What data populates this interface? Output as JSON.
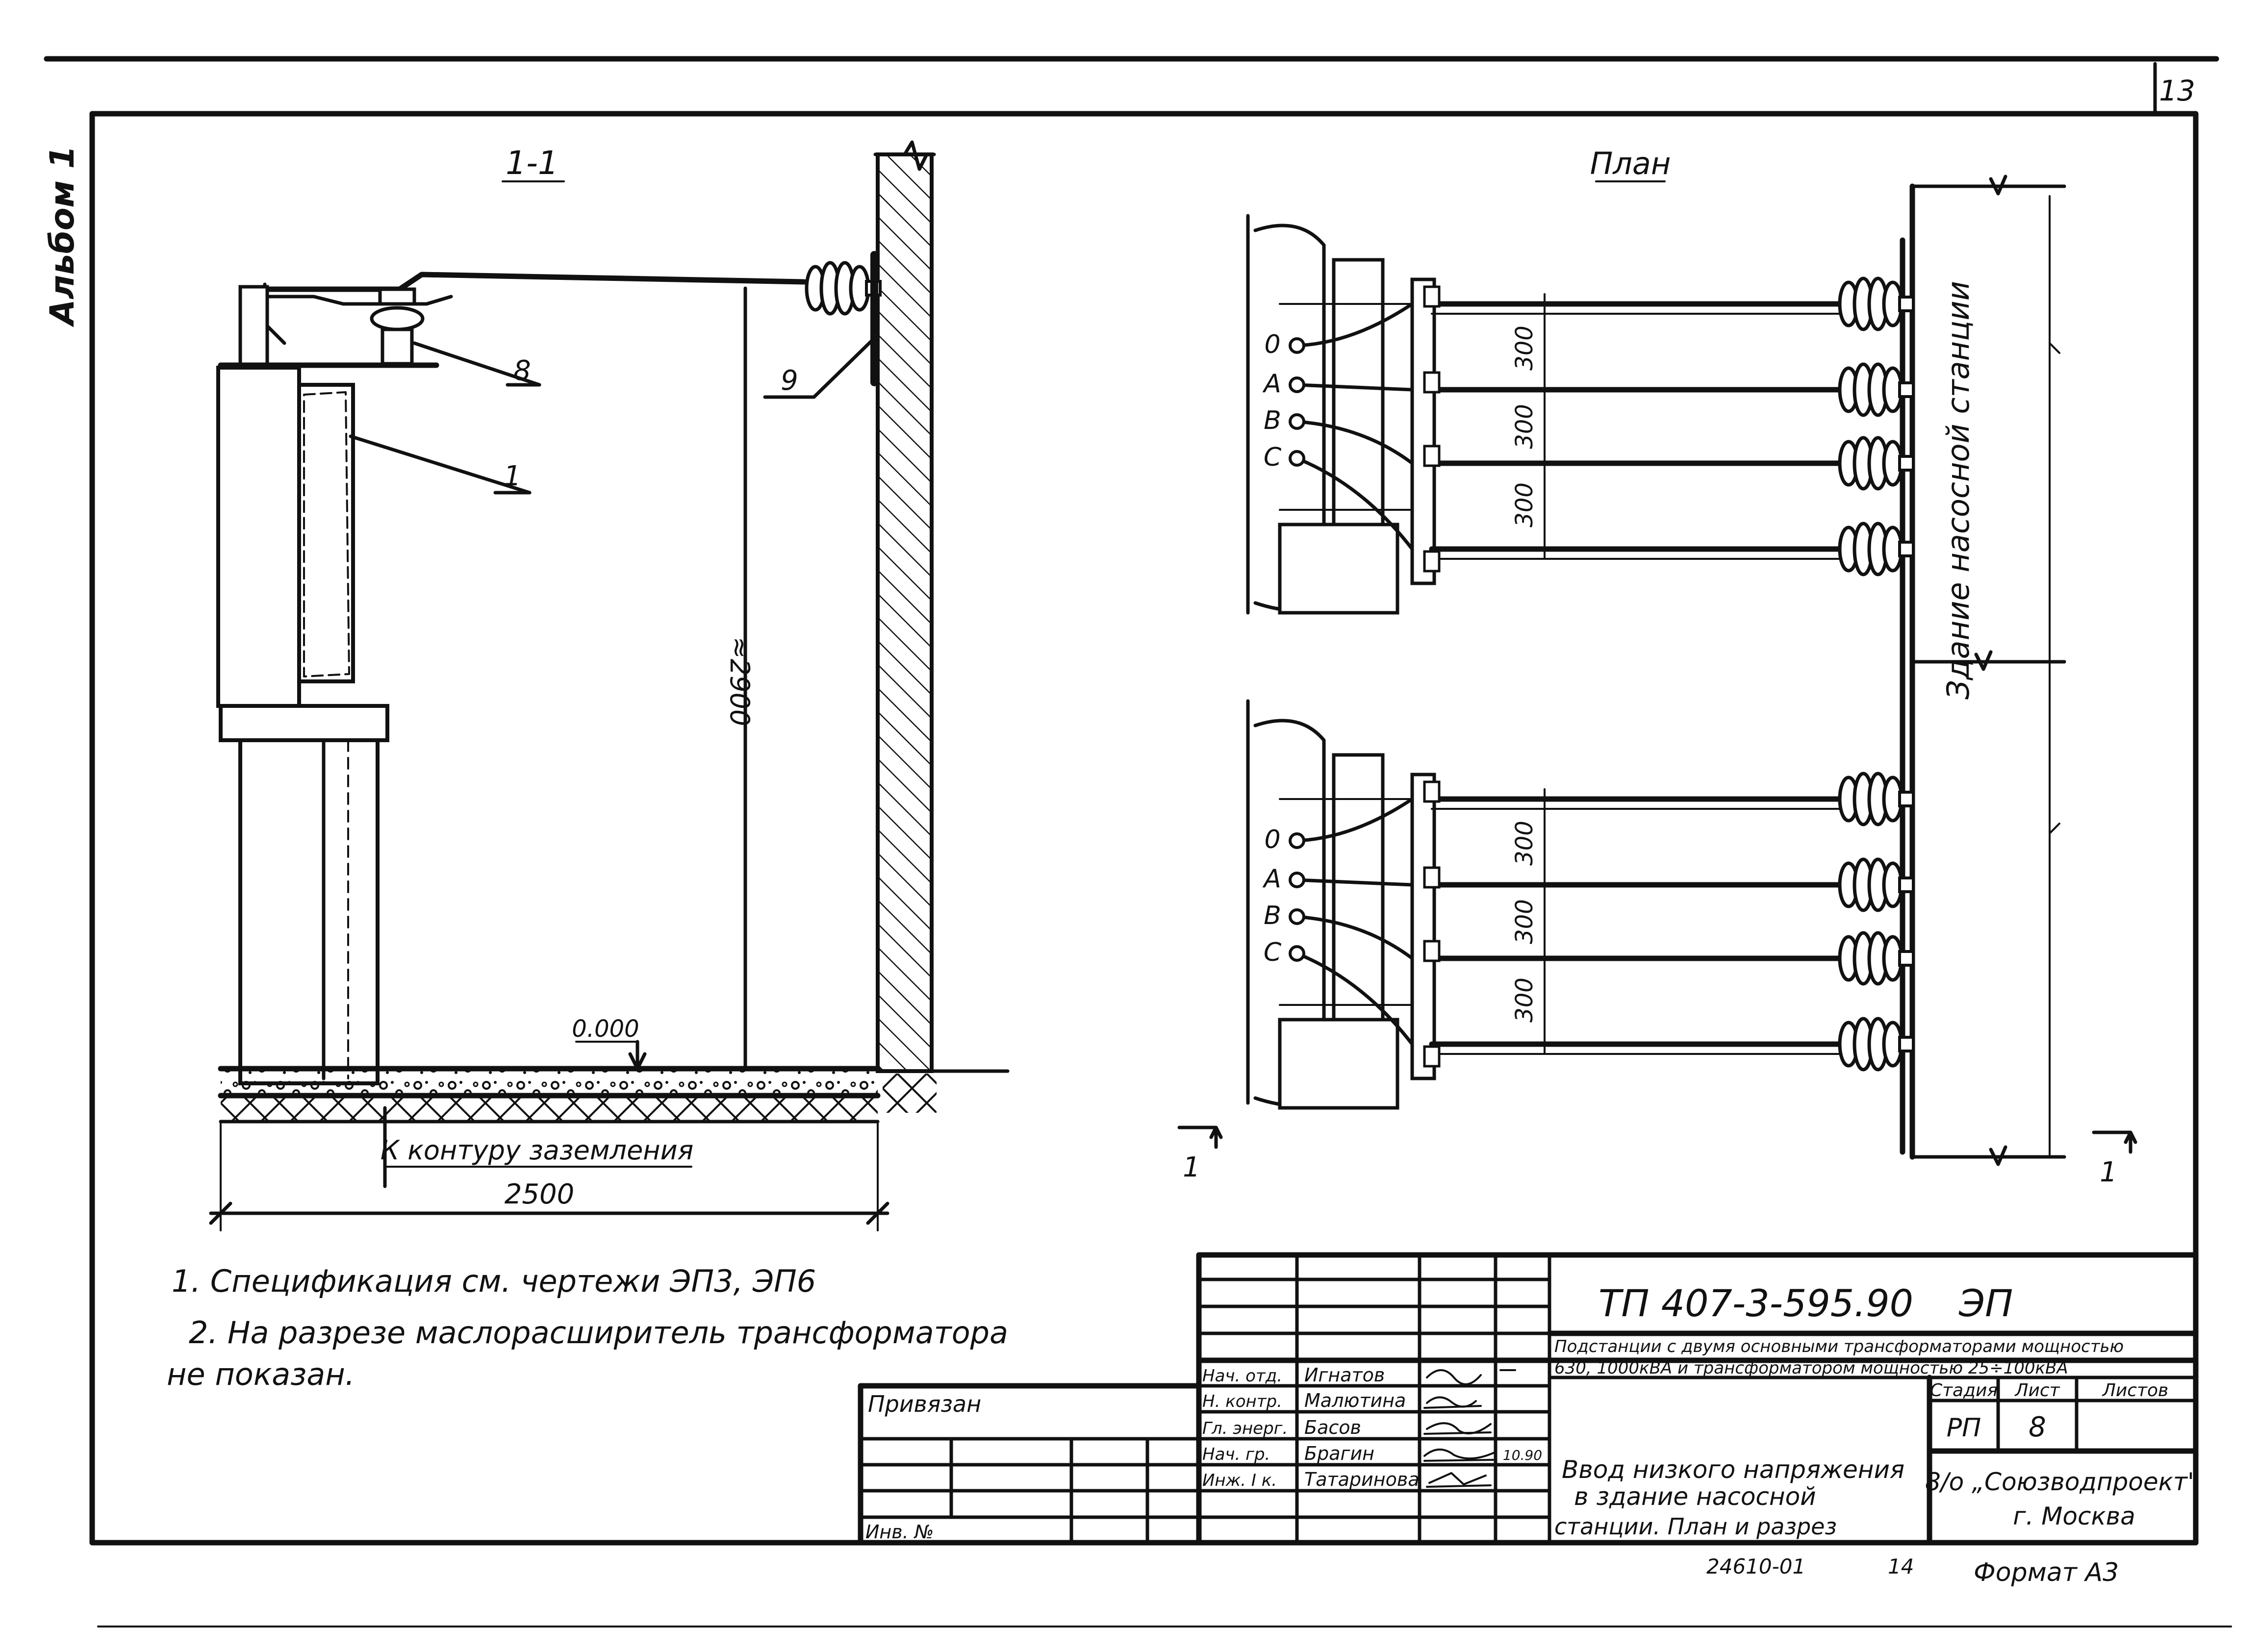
{
  "album_label": "Альбом 1",
  "sheet_number": "13",
  "section": {
    "title": "1-1",
    "callouts": [
      "8",
      "9",
      "1"
    ],
    "height_dim": "≈2900",
    "level_mark": "0.000",
    "ground_note": "К контуру заземления",
    "width_dim": "2500"
  },
  "plan": {
    "title": "План",
    "phases": [
      "0",
      "A",
      "B",
      "C"
    ],
    "spacing_dim": "300",
    "building_label": "Здание насосной станции",
    "section_mark": "1"
  },
  "notes": [
    "1. Спецификация см. чертежи ЭП3,   ЭП6",
    "2. На разрезе маслорасширитель трансформатора",
    "не показан."
  ],
  "title_block": {
    "doc_code": "ТП  407-3-595.90",
    "doc_mark": "ЭП",
    "description_1": "Подстанции с двумя основными трансформаторами мощностью",
    "description_2": "630, 1000кВА и трансформатором мощностью 25÷100кВА",
    "sheet_title_1": "Ввод низкого напряжения",
    "sheet_title_2": "в здание насосной",
    "sheet_title_3": "станции.  План и разрез",
    "col_stage": "Стадия",
    "col_sheet": "Лист",
    "col_sheets": "Листов",
    "stage": "РП",
    "sheet": "8",
    "organization_1": "8/о „Союзводпроект\"",
    "organization_2": "г. Москва",
    "bound_label": "Привязан",
    "inv_label": "Инв. №",
    "date": "10.90",
    "signatures": [
      {
        "role": "Нач. отд.",
        "name": "Игнатов"
      },
      {
        "role": "Н. контр.",
        "name": "Малютина"
      },
      {
        "role": "Гл. энерг.",
        "name": "Басов"
      },
      {
        "role": "Нач. гр.",
        "name": "Брагин"
      },
      {
        "role": "Инж. I к.",
        "name": "Татаринова"
      }
    ],
    "archive_number": "24610-01",
    "archive_sheet": "14",
    "format": "Формат А3"
  }
}
